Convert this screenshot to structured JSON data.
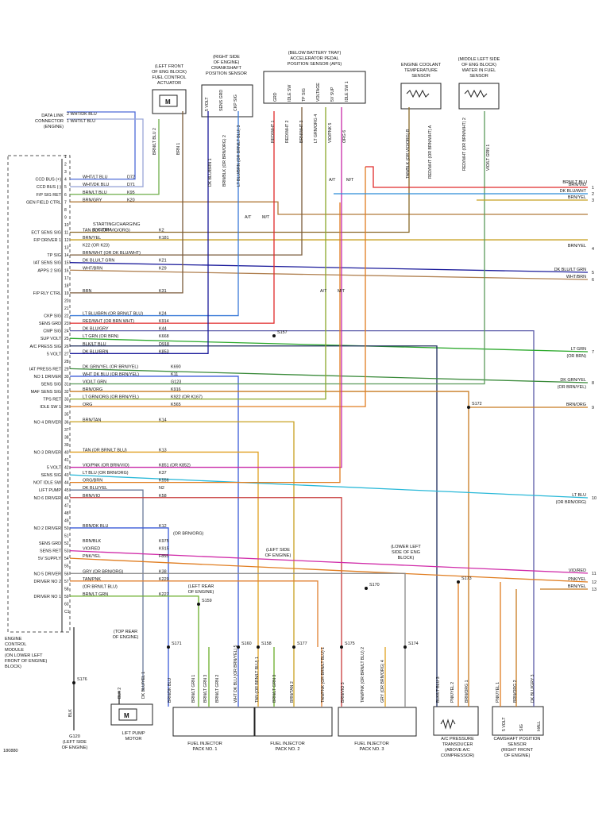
{
  "image_code": "180880",
  "components": {
    "fuel_control_actuator": [
      "(LEFT FRONT",
      "OF ENG BLOCK)",
      "FUEL CONTROL",
      "ACTUATOR"
    ],
    "crankshaft_sensor": [
      "(RIGHT SIDE",
      "OF ENGINE)",
      "CRANKSHAFT",
      "POSITION SENSOR"
    ],
    "accelerator_sensor": [
      "(BELOW BATTERY TRAY)",
      "ACCELERATOR PEDAL",
      "POSITION SENSOR (APS)"
    ],
    "coolant_sensor": [
      "ENGINE COOLANT",
      "TEMPERATURE",
      "SENSOR"
    ],
    "water_in_fuel": [
      "(MIDDLE LEFT SIDE",
      "OF ENG BLOCK)",
      "WATER IN FUEL",
      "SENSOR"
    ],
    "data_link": [
      "DATA LINK",
      "CONNECTOR",
      "(ENGINE)"
    ],
    "ecm": [
      "ENGINE",
      "CONTROL",
      "MODULE",
      "(ON LOWER LEFT",
      "FRONT OF ENGINE)",
      "BLOCK)"
    ],
    "starting_charging": [
      "STARTING/CHARGING",
      "SYSTEM"
    ],
    "lift_pump": [
      "LIFT PUMP",
      "MOTOR"
    ],
    "ground": [
      "G120",
      "(LEFT SIDE",
      "OF ENGINE)"
    ],
    "injector1": [
      "FUEL INJECTOR",
      "PACK NO. 1"
    ],
    "injector2": [
      "FUEL INJECTOR",
      "PACK NO. 2"
    ],
    "injector3": [
      "FUEL INJECTOR",
      "PACK NO. 3"
    ],
    "ac_transducer": [
      "A/C PRESSURE",
      "TRANSDUCER",
      "(ABOVE A/C",
      "COMPRESSOR)"
    ],
    "cam_sensor": [
      "CAMSHAFT POSITION",
      "SENSOR",
      "(RIGHT FRONT",
      "OF ENGINE)"
    ],
    "top_rear": [
      "(TOP REAR",
      "OF ENGINE)"
    ],
    "left_rear": [
      "(LEFT REAR",
      "OF ENGINE)"
    ],
    "left_side": [
      "(LEFT SIDE",
      "OF ENGINE)"
    ],
    "lower_left": [
      "(LOWER LEFT",
      "SIDE OF ENG",
      "BLOCK)"
    ]
  },
  "actuator_pins": [
    "BRN/LT BLU  2",
    "BRN  1"
  ],
  "crank_pins": [
    "DK BLU/BRN  1",
    "BRN/BLK (OR BRN/ORG)  2",
    "LT BLU/BRN (OR BRN/LT BLU)  3"
  ],
  "crank_pin_names": [
    "5 VOLT",
    "SENS GRD",
    "CKP SIG"
  ],
  "aps_pin_names": [
    "GRD",
    "IDLE SW",
    "TP SIG",
    "VOLTAGE",
    "5V SUP",
    "IDLE SW 1"
  ],
  "aps_wires": [
    "RED/WHT 1",
    "RED/WHT 2",
    "BRN/WHT 3",
    "LT GRN/ORG 4",
    "VIO/PNK 5",
    "ORG 6"
  ],
  "coolant_wires": [
    "TAN/BLK (OR VIO/ORG)  B",
    "RED/WHT (OR BRN/WHT)  A"
  ],
  "wif_wires": [
    "RED/WHT (OR BRN/WHT)  2",
    "VIO/LT GRN  1"
  ],
  "dlc": {
    "pins": [
      "2  WHT/DK BLU",
      "1  WHT/LT BLU"
    ]
  },
  "switch_labels": {
    "at": "A/T",
    "mt": "M/T"
  },
  "ecm_left_labels": [
    {
      "row": 4,
      "text": "CCD BUS (+)"
    },
    {
      "row": 5,
      "text": "CCD BUS (-)"
    },
    {
      "row": 6,
      "text": "F/P SIG RET"
    },
    {
      "row": 7,
      "text": "GEN FIELD CTRL"
    },
    {
      "row": 11,
      "text": "ECT SENS SIG"
    },
    {
      "row": 12,
      "text": "F/P DRIVER 1"
    },
    {
      "row": 14,
      "text": "TP SIG"
    },
    {
      "row": 15,
      "text": "IAT SENS SIG"
    },
    {
      "row": 16,
      "text": "APPS 2 SIG"
    },
    {
      "row": 19,
      "text": "F/P RLY CTRL"
    },
    {
      "row": 22,
      "text": "CKP SIG"
    },
    {
      "row": 23,
      "text": "SENS GRD"
    },
    {
      "row": 24,
      "text": "CMP SIG"
    },
    {
      "row": 25,
      "text": "SUP VOLT"
    },
    {
      "row": 26,
      "text": "A/C PRESS SIG"
    },
    {
      "row": 27,
      "text": "5 VOLT"
    },
    {
      "row": 29,
      "text": "IAT PRESS RET"
    },
    {
      "row": 30,
      "text": "NO 1 DRIVER"
    },
    {
      "row": 31,
      "text": "SENS SIG"
    },
    {
      "row": 32,
      "text": "MAF SENS SIG"
    },
    {
      "row": 33,
      "text": "TPS RET"
    },
    {
      "row": 34,
      "text": "IDLE SW 1"
    },
    {
      "row": 36,
      "text": "NO 4 DRIVER"
    },
    {
      "row": 40,
      "text": "NO 3 DRIVER"
    },
    {
      "row": 42,
      "text": "5 VOLT"
    },
    {
      "row": 43,
      "text": "SENS SIG"
    },
    {
      "row": 44,
      "text": "NOT IDLE SW"
    },
    {
      "row": 45,
      "text": "LIFT PUMP"
    },
    {
      "row": 46,
      "text": "NO 6 DRIVER"
    },
    {
      "row": 50,
      "text": "NO 2 DRIVER"
    },
    {
      "row": 52,
      "text": "SENS GRD"
    },
    {
      "row": 53,
      "text": "SENS RET"
    },
    {
      "row": 54,
      "text": "5V SUPPLY"
    },
    {
      "row": 56,
      "text": "NO 5 DRIVER"
    },
    {
      "row": 57,
      "text": "DRIVER NO 2"
    },
    {
      "row": 59,
      "text": "DRIVER NO 1"
    }
  ],
  "ecm_wires": [
    {
      "row": 4,
      "text": "WHT/LT BLU",
      "code": "D72"
    },
    {
      "row": 5,
      "text": "WHT/DK BLU",
      "code": "D71"
    },
    {
      "row": 6,
      "text": "BRN/LT BLU",
      "code": "K95"
    },
    {
      "row": 7,
      "text": "BRN/GRY",
      "code": "K20"
    },
    {
      "row": 11,
      "text": "TAN BLK (OR VIO/ORG)",
      "code": "K2"
    },
    {
      "row": 12,
      "text": "BRN/YEL",
      "code": "K181"
    },
    {
      "row": 13,
      "text": "K22 (OR K23)",
      "code": ""
    },
    {
      "row": 14,
      "text": "BRN/WHT (OR DK BLU/WHT)",
      "code": ""
    },
    {
      "row": 15,
      "text": "DK BLU/LT GRN",
      "code": "K21"
    },
    {
      "row": 16,
      "text": "WHT/BRN",
      "code": "K29"
    },
    {
      "row": 19,
      "text": "BRN",
      "code": "K31"
    },
    {
      "row": 22,
      "text": "LT BLU/BRN (OR BRN/LT BLU)",
      "code": "K24"
    },
    {
      "row": 23,
      "text": "RED/WHT (OR BRN WHT)",
      "code": "K914"
    },
    {
      "row": 24,
      "text": "DK BLU/GRY",
      "code": "K44"
    },
    {
      "row": 25,
      "text": "LT GRN (OR BRN)",
      "code": "K668"
    },
    {
      "row": 26,
      "text": "BLK/LT BLU",
      "code": "D918"
    },
    {
      "row": 27,
      "text": "DK BLU/BRN",
      "code": "K853"
    },
    {
      "row": 29,
      "text": "DK GRN/YEL (OR BRN/YEL)",
      "code": "K690"
    },
    {
      "row": 30,
      "text": "WHT DK BLU (OR BRN/YEL)",
      "code": "K11"
    },
    {
      "row": 31,
      "text": "VIO/LT GRN",
      "code": "G123"
    },
    {
      "row": 32,
      "text": "BRN/ORG",
      "code": "K916"
    },
    {
      "row": 33,
      "text": "LT GRN/ORG (OR BRN/YEL)",
      "code": "K922 (OR K167)"
    },
    {
      "row": 34,
      "text": "ORG",
      "code": "K565"
    },
    {
      "row": 36,
      "text": "BRN/TAN",
      "code": "K14"
    },
    {
      "row": 40,
      "text": "TAN (OR BRN/LT BLU)",
      "code": "K13"
    },
    {
      "row": 42,
      "text": "VIO/PNK (OR BRN/VIO)",
      "code": "K851 (OR K852)"
    },
    {
      "row": 43,
      "text": "LT BLU (OR BRN/ORG)",
      "code": "K37"
    },
    {
      "row": 44,
      "text": "ORG/BRN",
      "code": "K556"
    },
    {
      "row": 45,
      "text": "DK BLU/YEL",
      "code": "N2"
    },
    {
      "row": 46,
      "text": "BRN/VIO",
      "code": "K58"
    },
    {
      "row": 50,
      "text": "BRN/DK BLU",
      "code": "K12"
    },
    {
      "row": 52,
      "text": "BRN/BLK",
      "code": "K975"
    },
    {
      "row": 53,
      "text": "VIO/RED",
      "code": "K915"
    },
    {
      "row": 54,
      "text": "PNK/YEL",
      "code": "F855"
    },
    {
      "row": 56,
      "text": "GRY (OR BRN/ORG)",
      "code": "K38"
    },
    {
      "row": 57,
      "text": "TAN/PNK",
      "code": "K229"
    },
    {
      "row": 58,
      "text": "(OR BRN/LT BLU)",
      "code": ""
    },
    {
      "row": 59,
      "text": "BRN/LT GRN",
      "code": "K227"
    }
  ],
  "ecm_extra": [
    "(OR BRN/ORG)"
  ],
  "right_wires": [
    {
      "text": "BRN/VIO",
      "num": "1"
    },
    {
      "text": "DK BLU/WHT",
      "num": "2"
    },
    {
      "text": "BRN/YEL",
      "num": "3"
    },
    {
      "text": "BRN/YEL",
      "num": "4"
    },
    {
      "text": "DK BLU/LT GRN",
      "num": "5"
    },
    {
      "text": "WHT/BRN",
      "num": "6"
    },
    {
      "text": "LT GRN",
      "num": "7"
    },
    {
      "text": "(OR BRN)",
      "num": ""
    },
    {
      "text": "DK GRN/YEL",
      "num": "8"
    },
    {
      "text": "(OR BRN/YEL)",
      "num": ""
    },
    {
      "text": "BRN/ORG",
      "num": "9"
    },
    {
      "text": "LT BLU",
      "num": "10"
    },
    {
      "text": "(OR BRN/ORG)",
      "num": ""
    },
    {
      "text": "VIO/RED",
      "num": "11"
    },
    {
      "text": "PNK/YEL",
      "num": "12"
    },
    {
      "text": "BRN/YEL",
      "num": "13"
    }
  ],
  "top_right_wire": "BRN/LT BLU",
  "splices": [
    "S157",
    "S172",
    "S173",
    "S170",
    "S159",
    "S171",
    "S160",
    "S158",
    "S177",
    "S175",
    "S174",
    "S176"
  ],
  "bottom_wires": {
    "lift_pump": [
      "BLK  2",
      "DK BLU/YEL  1"
    ],
    "g120_wire": "BLK",
    "s171": "BRN/DK BLU",
    "inj1": [
      "BRN/LT GRN  1",
      "BRN/LT GRN  3",
      "BRN/LT GRN  2"
    ],
    "s160": [
      "WHT DK BLU (OR BRN/YEL)  5"
    ],
    "inj2": [
      "TAN (OR BRN/LT BLU)  1",
      "BRN/LT GRN  3",
      "BRN/TAN  2"
    ],
    "inj3": [
      "TAN/PNK (OR BRN/LT BLU)  1",
      "BRN/VIO  3",
      "TAN/PNK (OR BRN/LT BLU)  2",
      "GRY (OR BRN/ORG)  4"
    ],
    "ac": [
      "BLK/LT BLU  3",
      "PNK/YEL  2",
      "BRN/ORG  1"
    ],
    "cam": [
      "PNK/YEL  1",
      "BRN/ORG  2",
      "DK BLU/GRY  3"
    ],
    "cam_pins": [
      "5 VOLT",
      "SIG",
      "HALL"
    ],
    "ecm_bottom": "C1"
  }
}
